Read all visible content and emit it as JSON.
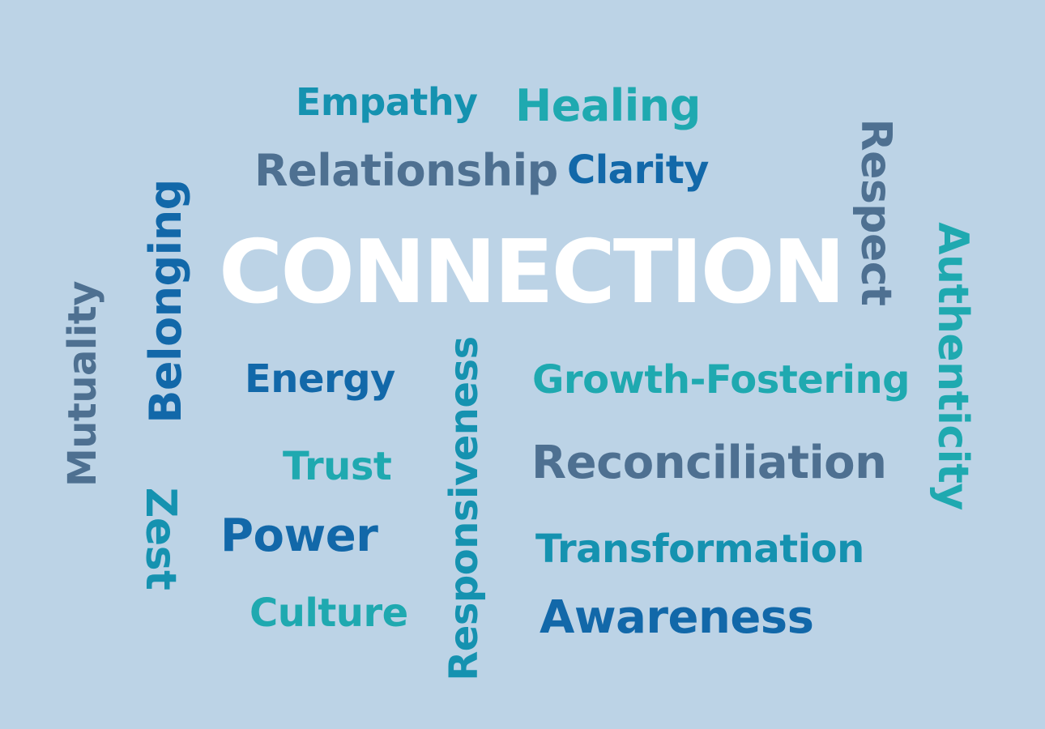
{
  "colors": {
    "background": "#bcd3e6",
    "white": "#ffffff",
    "teal": "#1fa9b0",
    "blue": "#1268a9",
    "slate": "#4e7091",
    "cyan": "#1592b0"
  },
  "words": {
    "connection": "CONNECTION",
    "empathy": "Empathy",
    "healing": "Healing",
    "relationship": "Relationship",
    "clarity": "Clarity",
    "respect": "Respect",
    "authenticity": "Authenticity",
    "belonging": "Belonging",
    "mutuality": "Mutuality",
    "energy": "Energy",
    "responsiveness": "Responsiveness",
    "growth_fostering": "Growth-Fostering",
    "trust": "Trust",
    "reconciliation": "Reconciliation",
    "zest": "Zest",
    "power": "Power",
    "transformation": "Transformation",
    "culture": "Culture",
    "awareness": "Awareness"
  }
}
